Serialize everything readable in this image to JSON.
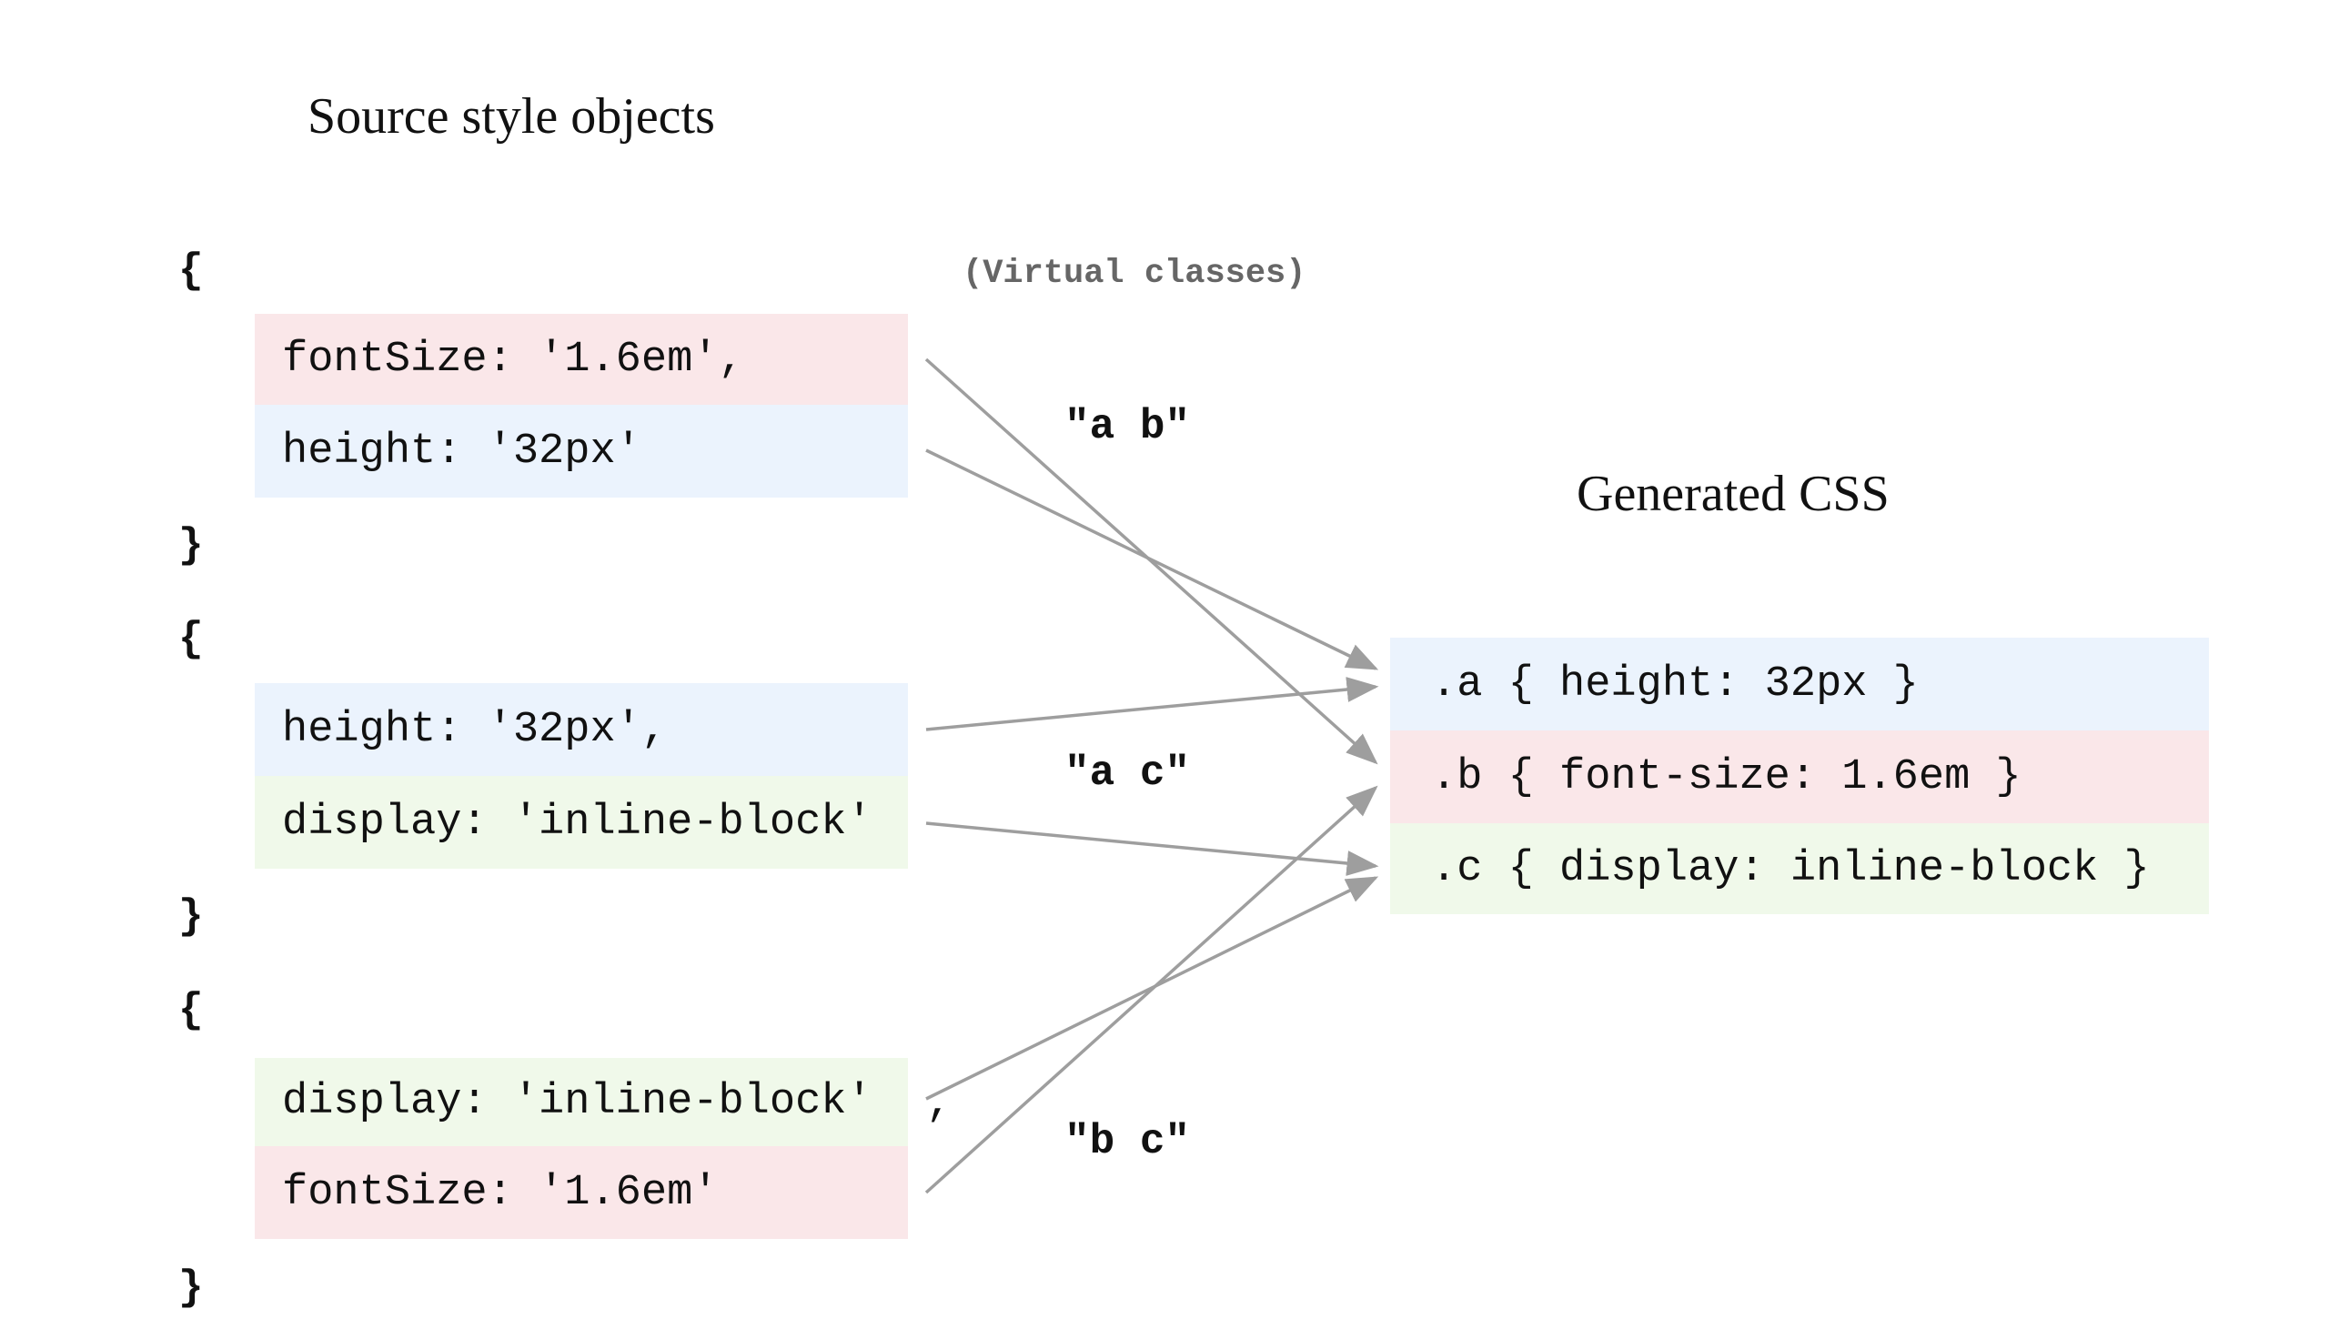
{
  "source": {
    "title": "Source style objects",
    "open_brace": "{",
    "close_brace": "}",
    "objects": [
      {
        "lines": [
          {
            "text": "fontSize: '1.6em',"
          },
          {
            "text": "height: '32px'"
          }
        ]
      },
      {
        "lines": [
          {
            "text": "height: '32px',"
          },
          {
            "text": "display: 'inline-block'"
          }
        ]
      },
      {
        "lines": [
          {
            "text": "display: 'inline-block'"
          },
          {
            "text": "fontSize: '1.6em'"
          }
        ]
      }
    ],
    "trailing_comma": ","
  },
  "virtual_classes": {
    "heading": "(Virtual classes)",
    "labels": [
      "\"a b\"",
      "\"a c\"",
      "\"b c\""
    ]
  },
  "generated": {
    "title": "Generated CSS",
    "rules": [
      {
        "text": ".a { height: 32px }"
      },
      {
        "text": ".b { font-size: 1.6em }"
      },
      {
        "text": ".c { display: inline-block }"
      }
    ]
  },
  "colors": {
    "font_size": "#fae7e9",
    "height": "#ebf3fd",
    "display": "#f0f9ea",
    "arrow": "#9e9e9e"
  }
}
